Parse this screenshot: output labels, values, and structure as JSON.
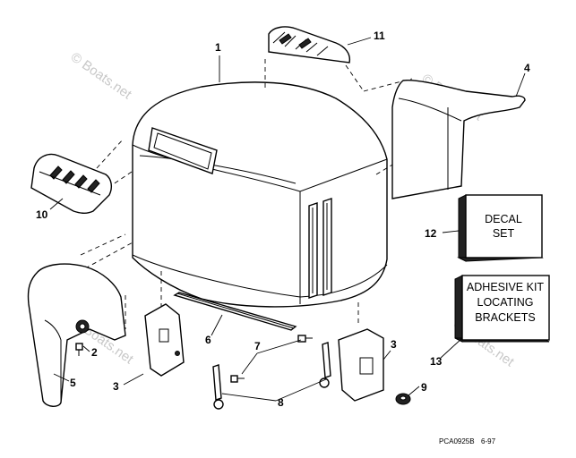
{
  "callouts": {
    "c1": "1",
    "c2": "2",
    "c3a": "3",
    "c3b": "3",
    "c4": "4",
    "c5": "5",
    "c6": "6",
    "c7": "7",
    "c8": "8",
    "c9": "9",
    "c10": "10",
    "c11": "11",
    "c12": "12",
    "c13": "13"
  },
  "boxes": {
    "decal_line1": "DECAL",
    "decal_line2": "SET",
    "kit_line1": "ADHESIVE KIT",
    "kit_line2": "LOCATING",
    "kit_line3": "BRACKETS"
  },
  "watermarks": {
    "w1": "© Boats.net",
    "w2": "© Boats.net",
    "w3": "© Boats.net",
    "w4": "© Boats.net"
  },
  "footer": {
    "code": "PCA0925B",
    "date": "6-97"
  }
}
